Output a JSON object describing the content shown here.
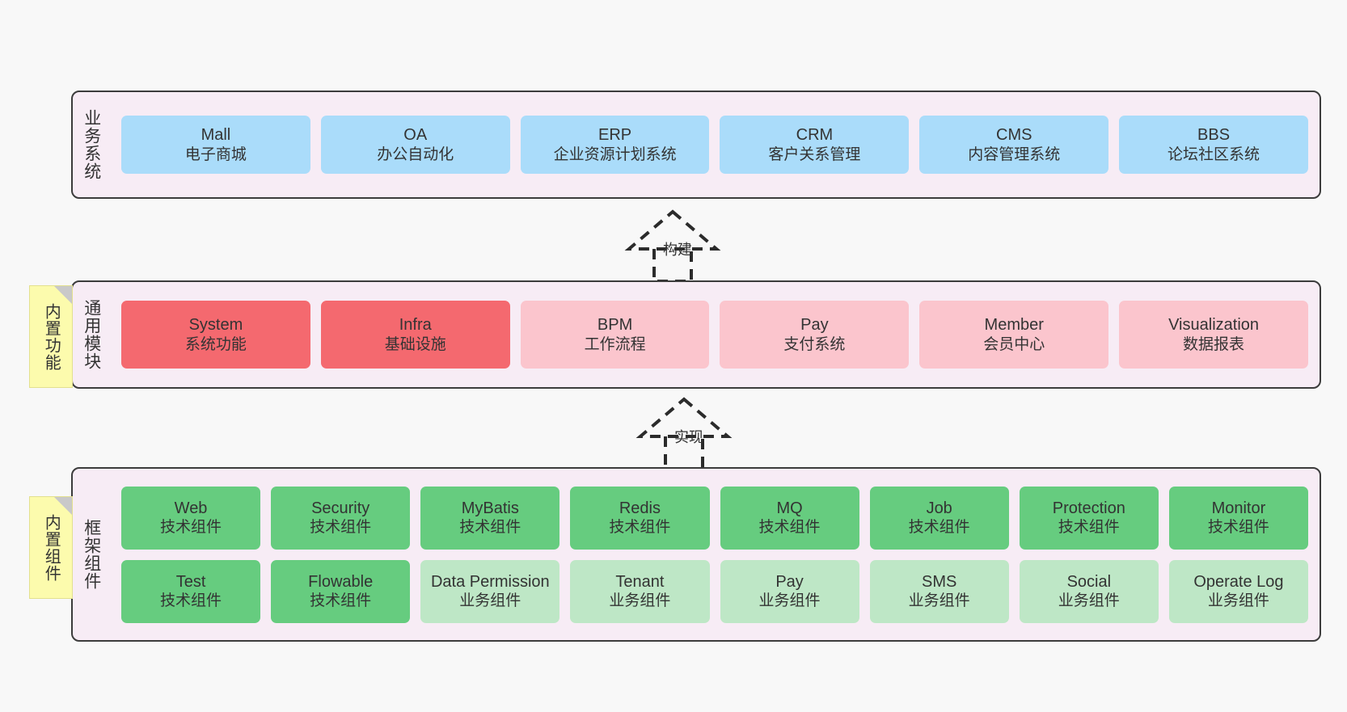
{
  "diagram": {
    "background_color": "#f8f8f8",
    "layer_background_color": "#f7ecf5",
    "layer_border_color": "#3c3c3c",
    "note_color": "#fcfbad",
    "colors": {
      "blue": "#aadcfa",
      "red": "#f4696f",
      "pink": "#fbc5cd",
      "green": "#66cc7f",
      "light_green": "#bee7c6"
    }
  },
  "notes": [
    {
      "id": "functions",
      "label": "内置功能"
    },
    {
      "id": "components",
      "label": "内置组件"
    }
  ],
  "connectors": [
    {
      "id": "build",
      "label": "构建",
      "style": "dashed-hollow-triangle"
    },
    {
      "id": "impl",
      "label": "实现",
      "style": "dashed-hollow-triangle"
    }
  ],
  "layers": [
    {
      "id": "business",
      "title": "业务系统",
      "rows": [
        {
          "boxes": [
            {
              "title": "Mall",
              "subtitle": "电子商城",
              "color": "blue"
            },
            {
              "title": "OA",
              "subtitle": "办公自动化",
              "color": "blue"
            },
            {
              "title": "ERP",
              "subtitle": "企业资源计划系统",
              "color": "blue"
            },
            {
              "title": "CRM",
              "subtitle": "客户关系管理",
              "color": "blue"
            },
            {
              "title": "CMS",
              "subtitle": "内容管理系统",
              "color": "blue"
            },
            {
              "title": "BBS",
              "subtitle": "论坛社区系统",
              "color": "blue"
            }
          ]
        }
      ]
    },
    {
      "id": "modules",
      "title": "通用模块",
      "rows": [
        {
          "boxes": [
            {
              "title": "System",
              "subtitle": "系统功能",
              "color": "red"
            },
            {
              "title": "Infra",
              "subtitle": "基础设施",
              "color": "red"
            },
            {
              "title": "BPM",
              "subtitle": "工作流程",
              "color": "pink"
            },
            {
              "title": "Pay",
              "subtitle": "支付系统",
              "color": "pink"
            },
            {
              "title": "Member",
              "subtitle": "会员中心",
              "color": "pink"
            },
            {
              "title": "Visualization",
              "subtitle": "数据报表",
              "color": "pink"
            }
          ]
        }
      ]
    },
    {
      "id": "framework",
      "title": "框架组件",
      "rows": [
        {
          "boxes": [
            {
              "title": "Web",
              "subtitle": "技术组件",
              "color": "green"
            },
            {
              "title": "Security",
              "subtitle": "技术组件",
              "color": "green"
            },
            {
              "title": "MyBatis",
              "subtitle": "技术组件",
              "color": "green"
            },
            {
              "title": "Redis",
              "subtitle": "技术组件",
              "color": "green"
            },
            {
              "title": "MQ",
              "subtitle": "技术组件",
              "color": "green"
            },
            {
              "title": "Job",
              "subtitle": "技术组件",
              "color": "green"
            },
            {
              "title": "Protection",
              "subtitle": "技术组件",
              "color": "green"
            },
            {
              "title": "Monitor",
              "subtitle": "技术组件",
              "color": "green"
            }
          ]
        },
        {
          "boxes": [
            {
              "title": "Test",
              "subtitle": "技术组件",
              "color": "green"
            },
            {
              "title": "Flowable",
              "subtitle": "技术组件",
              "color": "green"
            },
            {
              "title": "Data Permission",
              "subtitle": "业务组件",
              "color": "light_green"
            },
            {
              "title": "Tenant",
              "subtitle": "业务组件",
              "color": "light_green"
            },
            {
              "title": "Pay",
              "subtitle": "业务组件",
              "color": "light_green"
            },
            {
              "title": "SMS",
              "subtitle": "业务组件",
              "color": "light_green"
            },
            {
              "title": "Social",
              "subtitle": "业务组件",
              "color": "light_green"
            },
            {
              "title": "Operate Log",
              "subtitle": "业务组件",
              "color": "light_green"
            }
          ]
        }
      ]
    }
  ]
}
